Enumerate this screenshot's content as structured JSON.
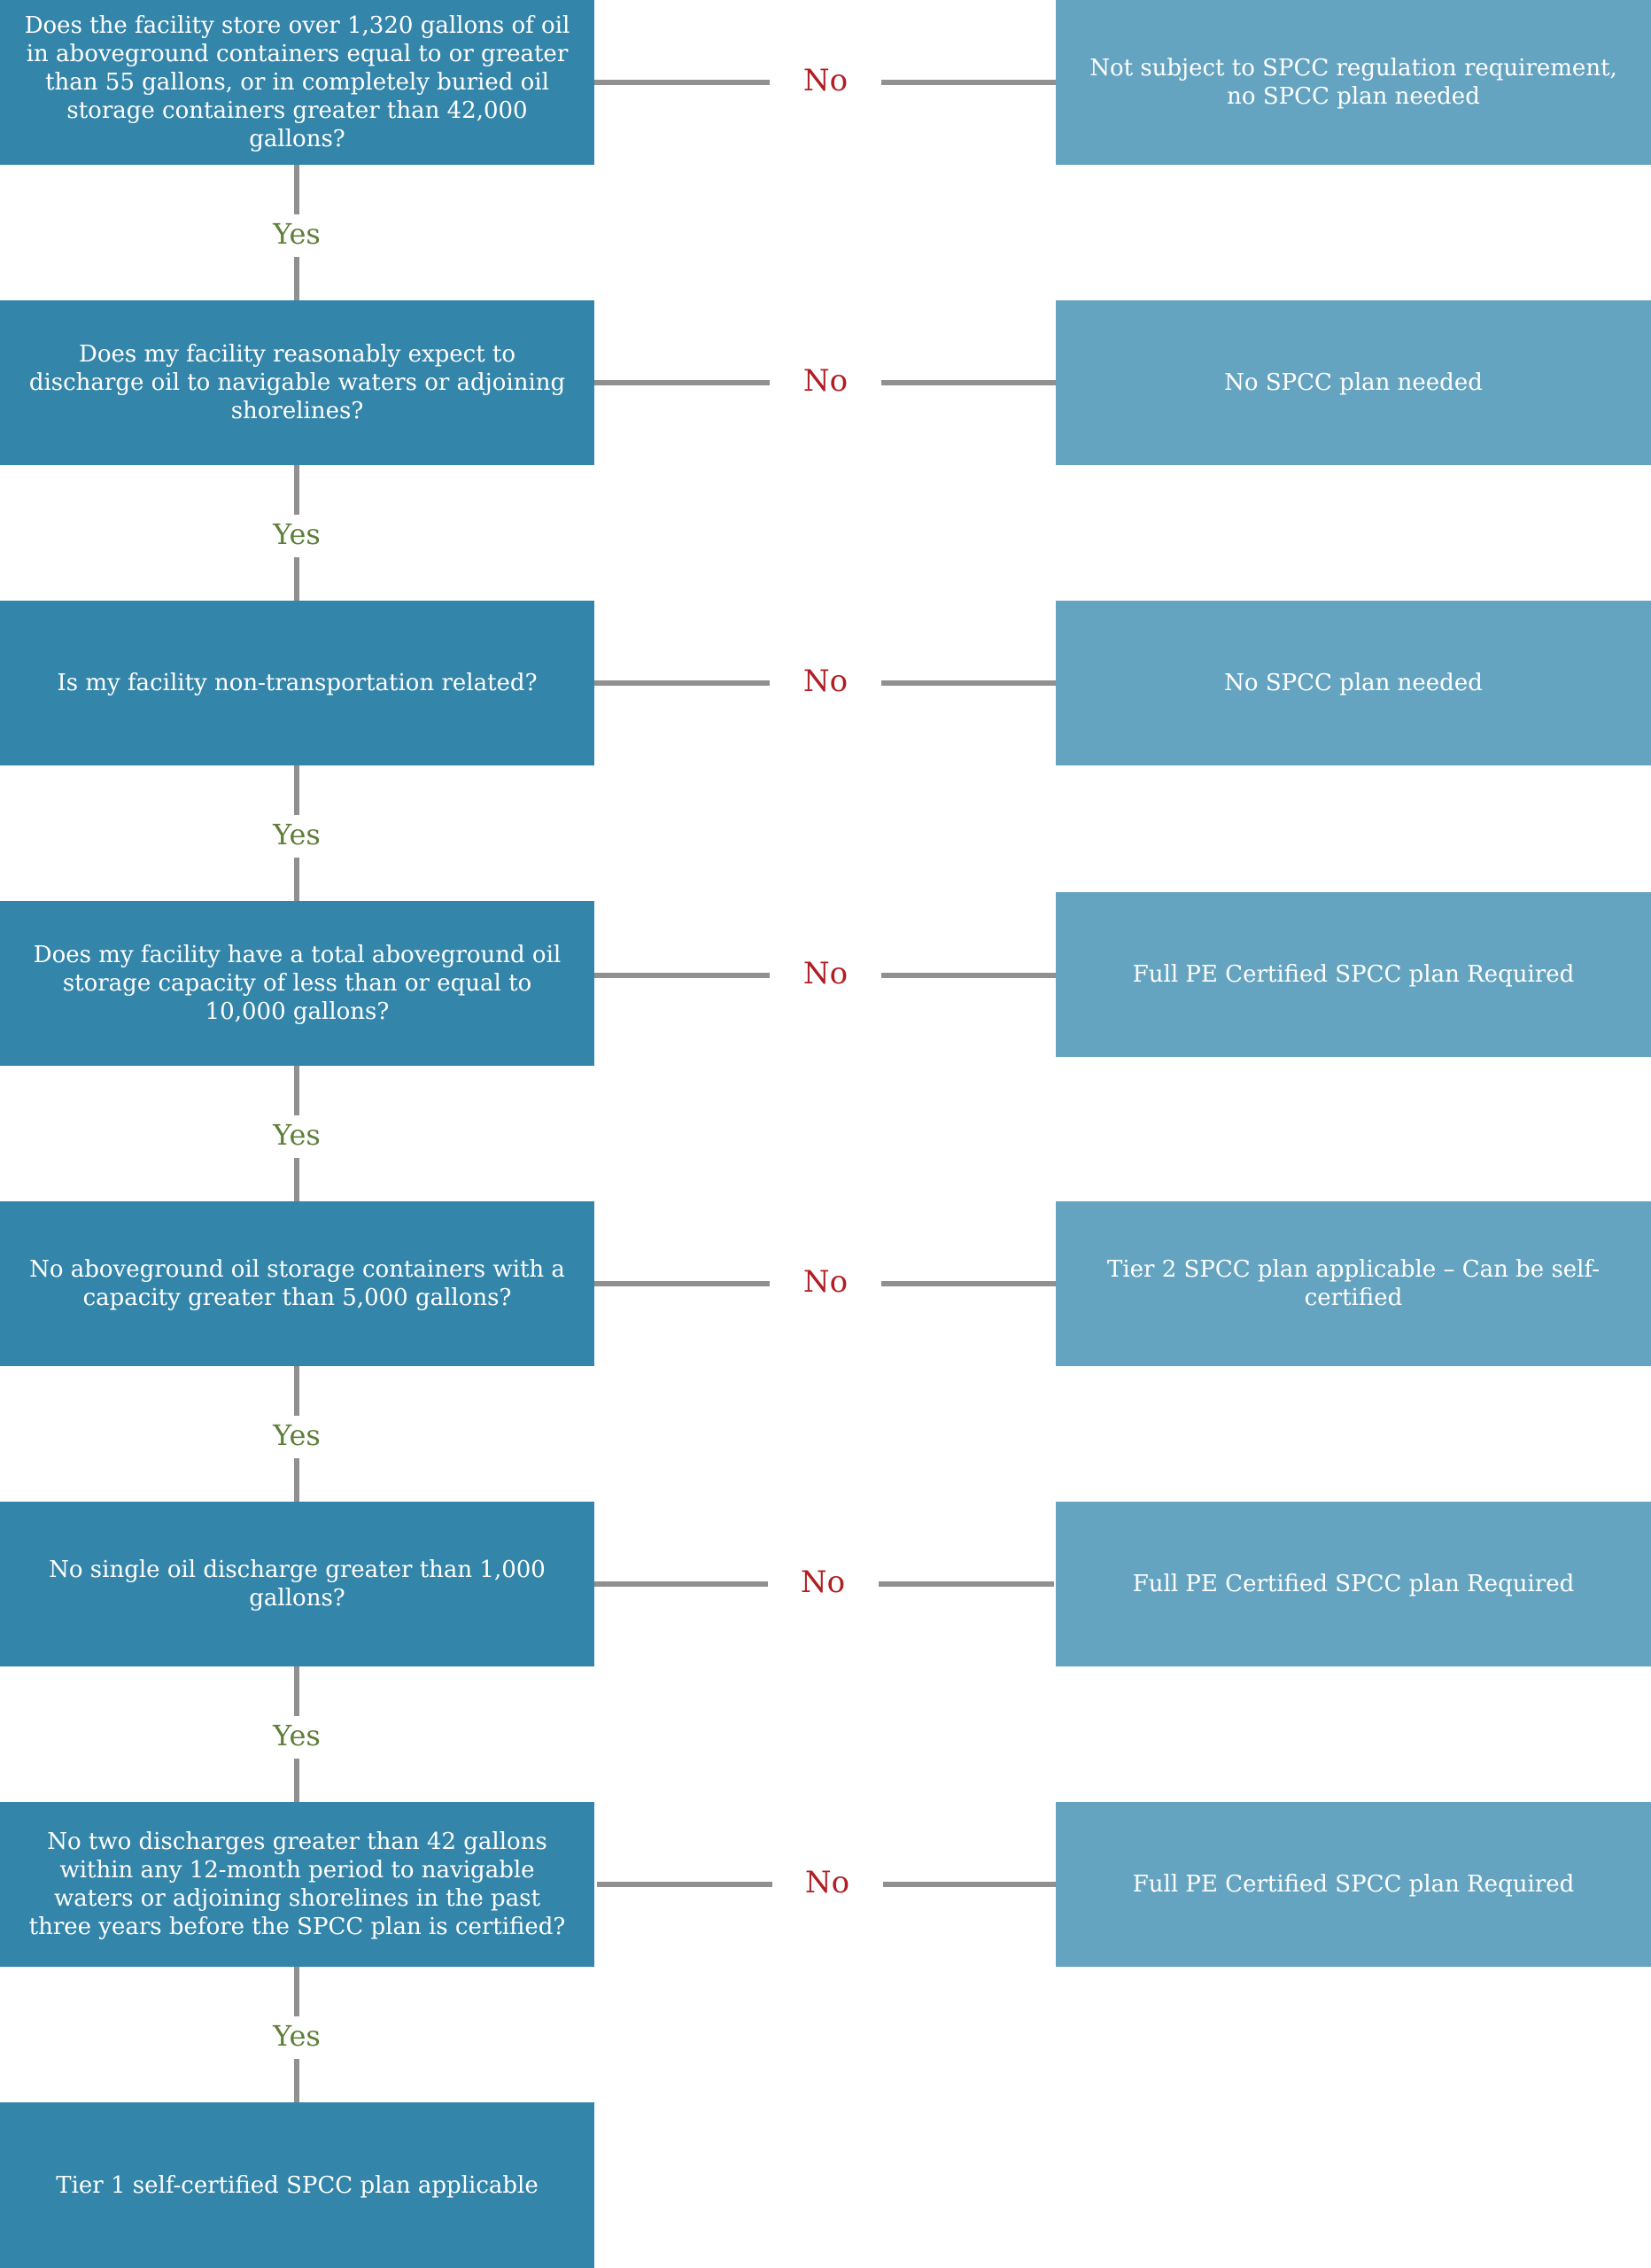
{
  "questions": [
    "Does the facility store over 1,320 gallons of oil in aboveground containers equal to or greater than 55 gallons, or in completely buried oil storage containers greater than 42,000 gallons?",
    "Does my facility reasonably expect to discharge oil to navigable waters or adjoining shorelines?",
    "Is my facility non-transportation related?",
    "Does my facility have a total aboveground oil storage capacity of less than or equal to 10,000 gallons?",
    "No aboveground oil storage containers with a capacity greater than 5,000 gallons?",
    "No single oil discharge greater than 1,000 gallons?",
    "No two discharges greater than 42 gallons within any 12-month period to navigable waters or adjoining shorelines in the past three years before the SPCC plan is certified?"
  ],
  "results": [
    "Not subject to SPCC regulation requirement, no SPCC plan needed",
    "No SPCC plan needed",
    "No SPCC plan needed",
    "Full PE Certified SPCC plan Required",
    "Tier 2 SPCC plan applicable – Can be self-certified",
    "Full PE Certified SPCC plan Required",
    "Full PE Certified SPCC plan Required"
  ],
  "final_result": "Tier 1 self-certified SPCC plan applicable",
  "labels": {
    "yes": "Yes",
    "no": "No"
  },
  "colors": {
    "question_box": "#3485aa",
    "result_box": "#65a4c1",
    "connector": "#909090",
    "yes_text": "#5e7e3a",
    "no_text": "#b01d22"
  }
}
